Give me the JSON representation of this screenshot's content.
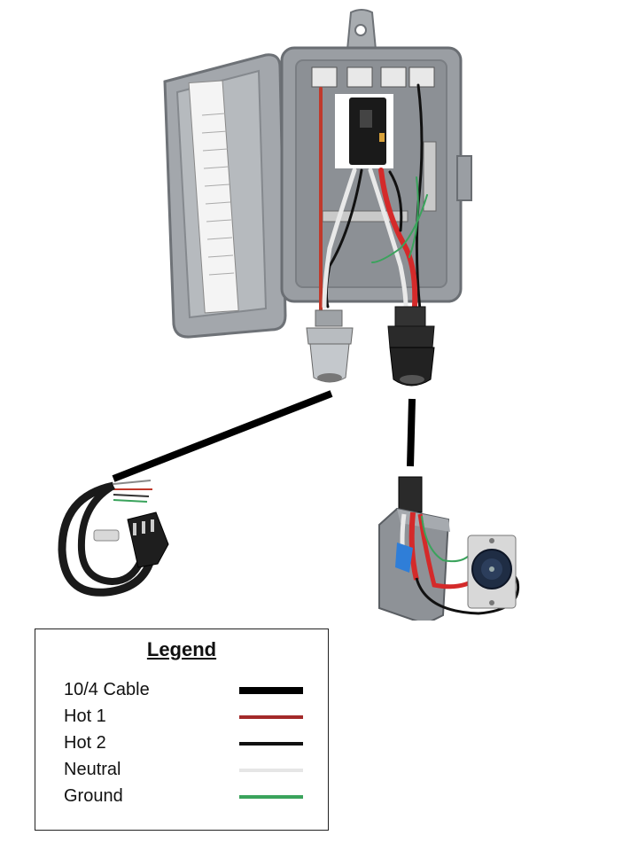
{
  "legend": {
    "title": "Legend",
    "items": [
      {
        "label": "10/4 Cable",
        "color": "#000000"
      },
      {
        "label": "Hot 1",
        "color": "#a32a2a"
      },
      {
        "label": "Hot 2",
        "color": "#111111"
      },
      {
        "label": "Neutral",
        "color": "#e6e6e6"
      },
      {
        "label": "Ground",
        "color": "#3aa35c"
      }
    ]
  },
  "colors": {
    "enclosure": "#9a9ea3",
    "gland_gray": "#b8bcc0",
    "gland_black": "#2a2a2a",
    "breaker": "#1a1a1a"
  },
  "icons": [
    "breaker-icon",
    "cable-gland-icon",
    "power-cord-plug-icon",
    "twist-lock-receptacle-icon"
  ]
}
